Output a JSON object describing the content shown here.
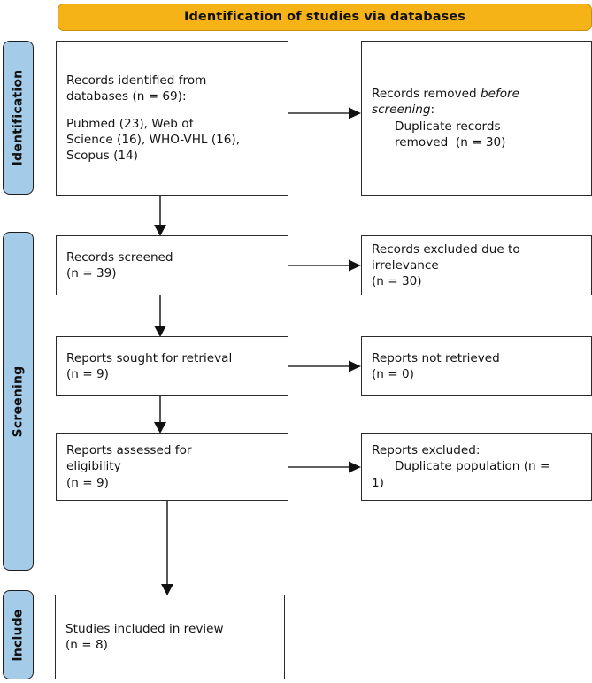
{
  "figure": {
    "type": "prisma-flow-diagram",
    "accent_yellow": "#f5b317",
    "accent_blue": "#a4cbe8",
    "box_border": "#2b2b2b"
  },
  "banner": {
    "title": "Identification of studies via databases"
  },
  "stages": [
    {
      "id": "identification",
      "label": "Identification"
    },
    {
      "id": "screening",
      "label": "Screening"
    },
    {
      "id": "included",
      "label": "Include"
    }
  ],
  "boxes": {
    "records_identified": {
      "line1": "Records identified from",
      "line2": "databases (n = 69):",
      "line3": "Pubmed (23), Web of",
      "line4": "Science (16), WHO-VHL (16),",
      "line5": "Scopus (14)"
    },
    "records_removed": {
      "line1_plain": "Records removed ",
      "line1_italic": "before",
      "line2_italic": "screening",
      "line2_plain": ":",
      "line3": "Duplicate records",
      "line4": "removed  (n = 30)"
    },
    "records_screened": {
      "line1": "Records screened",
      "line2": "(n = 39)"
    },
    "records_excluded": {
      "line1": "Records excluded due to",
      "line2": "irrelevance",
      "line3": "(n = 30)"
    },
    "reports_sought": {
      "line1": "Reports sought for retrieval",
      "line2": "(n = 9)"
    },
    "reports_not_retrieved": {
      "line1": "Reports not retrieved",
      "line2": "(n = 0)"
    },
    "reports_assessed": {
      "line1": "Reports assessed for",
      "line2": "eligibility",
      "line3": "(n = 9)"
    },
    "reports_excluded": {
      "line1": "Reports excluded:",
      "line2": "Duplicate population (n =",
      "line3": "1)"
    },
    "studies_included": {
      "line1": "Studies included in review",
      "line2": "(n = 8)"
    }
  },
  "chart_data": {
    "type": "diagram",
    "title": "Identification of studies via databases",
    "nodes": [
      {
        "id": "records_identified",
        "stage": "Identification",
        "column": "left",
        "label": "Records identified from databases (n = 69): Pubmed (23), Web of Science (16), WHO-VHL (16), Scopus (14)",
        "n": 69
      },
      {
        "id": "records_removed",
        "stage": "Identification",
        "column": "right",
        "label": "Records removed before screening: Duplicate records removed (n = 30)",
        "n": 30
      },
      {
        "id": "records_screened",
        "stage": "Screening",
        "column": "left",
        "label": "Records screened (n = 39)",
        "n": 39
      },
      {
        "id": "records_excluded",
        "stage": "Screening",
        "column": "right",
        "label": "Records excluded due to irrelevance (n = 30)",
        "n": 30
      },
      {
        "id": "reports_sought",
        "stage": "Screening",
        "column": "left",
        "label": "Reports sought for retrieval (n = 9)",
        "n": 9
      },
      {
        "id": "reports_not_retrieved",
        "stage": "Screening",
        "column": "right",
        "label": "Reports not retrieved (n = 0)",
        "n": 0
      },
      {
        "id": "reports_assessed",
        "stage": "Screening",
        "column": "left",
        "label": "Reports assessed for eligibility (n = 9)",
        "n": 9
      },
      {
        "id": "reports_excluded",
        "stage": "Screening",
        "column": "right",
        "label": "Reports excluded: Duplicate population (n = 1)",
        "n": 1
      },
      {
        "id": "studies_included",
        "stage": "Include",
        "column": "left",
        "label": "Studies included in review (n = 8)",
        "n": 8
      }
    ],
    "edges": [
      {
        "from": "records_identified",
        "to": "records_removed",
        "direction": "right"
      },
      {
        "from": "records_identified",
        "to": "records_screened",
        "direction": "down"
      },
      {
        "from": "records_screened",
        "to": "records_excluded",
        "direction": "right"
      },
      {
        "from": "records_screened",
        "to": "reports_sought",
        "direction": "down"
      },
      {
        "from": "reports_sought",
        "to": "reports_not_retrieved",
        "direction": "right"
      },
      {
        "from": "reports_sought",
        "to": "reports_assessed",
        "direction": "down"
      },
      {
        "from": "reports_assessed",
        "to": "reports_excluded",
        "direction": "right"
      },
      {
        "from": "reports_assessed",
        "to": "studies_included",
        "direction": "down"
      }
    ]
  }
}
